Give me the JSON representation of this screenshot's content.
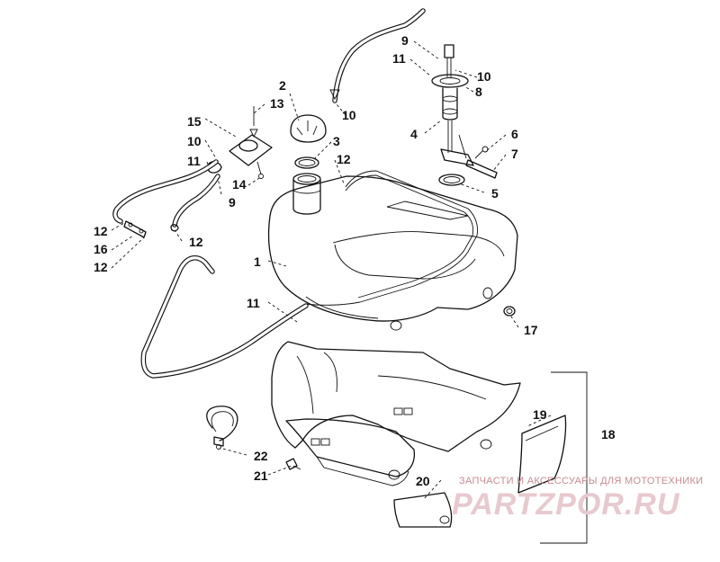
{
  "callouts": [
    {
      "text": "1"
    },
    {
      "text": "11"
    },
    {
      "text": "2"
    },
    {
      "text": "13"
    },
    {
      "text": "15"
    },
    {
      "text": "10"
    },
    {
      "text": "11"
    },
    {
      "text": "14"
    },
    {
      "text": "9"
    },
    {
      "text": "12"
    },
    {
      "text": "16"
    },
    {
      "text": "12"
    },
    {
      "text": "12"
    },
    {
      "text": "3"
    },
    {
      "text": "12"
    },
    {
      "text": "9"
    },
    {
      "text": "11"
    },
    {
      "text": "10"
    },
    {
      "text": "10"
    },
    {
      "text": "8"
    },
    {
      "text": "4"
    },
    {
      "text": "6"
    },
    {
      "text": "7"
    },
    {
      "text": "5"
    },
    {
      "text": "17"
    },
    {
      "text": "18"
    },
    {
      "text": "19"
    },
    {
      "text": "20"
    },
    {
      "text": "22"
    },
    {
      "text": "21"
    }
  ],
  "watermark": {
    "tagline": "ЗАПЧАСТИ И АКСЕССУАРЫ ДЛЯ МОТОТЕХНИКИ",
    "logo": "PARTZPOR.RU"
  }
}
